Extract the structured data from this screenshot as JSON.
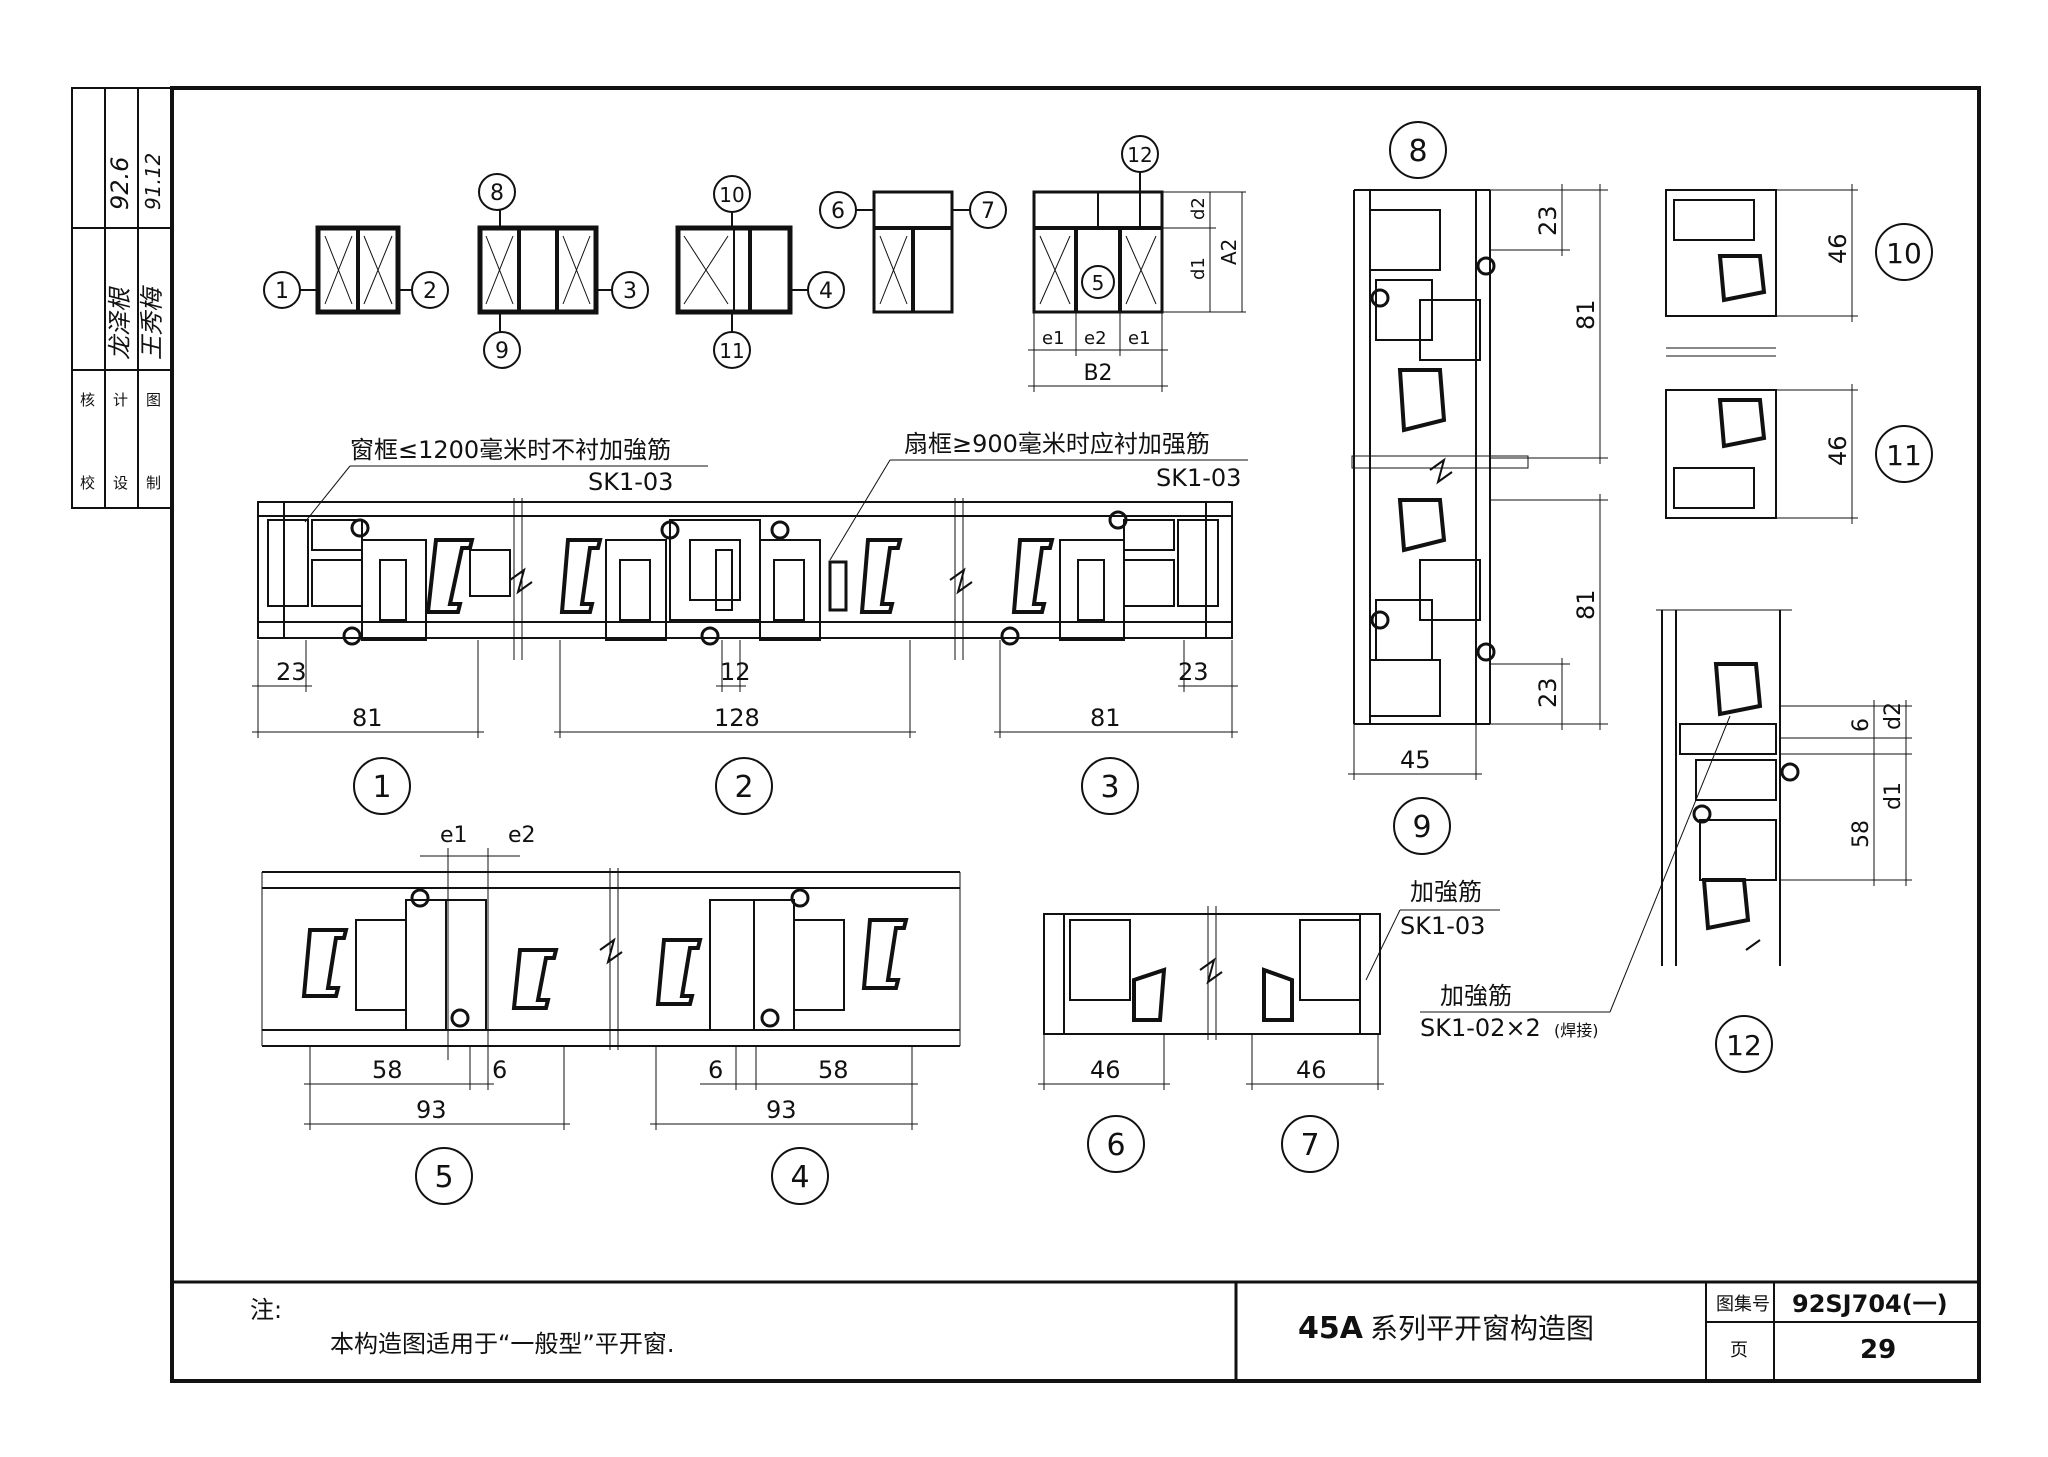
{
  "approval": {
    "roles": [
      "校",
      "设",
      "制"
    ],
    "roles2": [
      "核",
      "计",
      "图"
    ],
    "signatures": [
      "龙泽根",
      "王秀梅"
    ],
    "dates": [
      "92.6",
      "91.12"
    ]
  },
  "keys": {
    "k1": "1",
    "k2": "2",
    "k3": "3",
    "k4": "4",
    "k5": "5",
    "k6": "6",
    "k7": "7",
    "k8": "8",
    "k9": "9",
    "k10": "10",
    "k11": "11",
    "k12": "12",
    "e1": "e1",
    "e2": "e2",
    "b2": "B2",
    "d1": "d1",
    "d2": "d2",
    "a2": "A2"
  },
  "notes": {
    "frame_note": "窗框≤1200毫米时不衬加強筋",
    "frame_code": "SK1-03",
    "sash_note": "扇框≥900毫米时应衬加强筋",
    "sash_code": "SK1-03",
    "rib_label": "加強筋",
    "rib_code": "SK1-03",
    "rib2_label": "加強筋",
    "rib2_code": "SK1-02×2",
    "rib2_weld": "(焊接)"
  },
  "dims": {
    "s1_a": "23",
    "s1_b": "81",
    "s2_a": "12",
    "s2_b": "128",
    "s3_a": "23",
    "s3_b": "81",
    "e1": "e1",
    "e2": "e2",
    "s5_a": "58",
    "s5_b": "6",
    "s5_c": "93",
    "s4_a": "6",
    "s4_b": "58",
    "s4_c": "93",
    "s6": "46",
    "s7": "46",
    "v23a": "23",
    "v81a": "81",
    "v81b": "81",
    "v23b": "23",
    "h45": "45",
    "v46a": "46",
    "v46b": "46",
    "v12_d2": "d2",
    "v12_6": "6",
    "v12_d1": "d1",
    "v12_58": "58"
  },
  "sections": {
    "c1": "1",
    "c2": "2",
    "c3": "3",
    "c4": "4",
    "c5": "5",
    "c6": "6",
    "c7": "7",
    "c8": "8",
    "c9": "9",
    "c10": "10",
    "c11": "11",
    "c12": "12"
  },
  "footer": {
    "note_label": "注:",
    "note_text": "本构造图适用于“一般型”平开窗.",
    "title_prefix": "45A",
    "title_rest": "系列平开窗构造图",
    "atlas_label": "图集号",
    "atlas_value": "92SJ704(一)",
    "page_label": "页",
    "page_value": "29"
  },
  "colors": {
    "ink": "#111111",
    "paper": "#ffffff"
  }
}
